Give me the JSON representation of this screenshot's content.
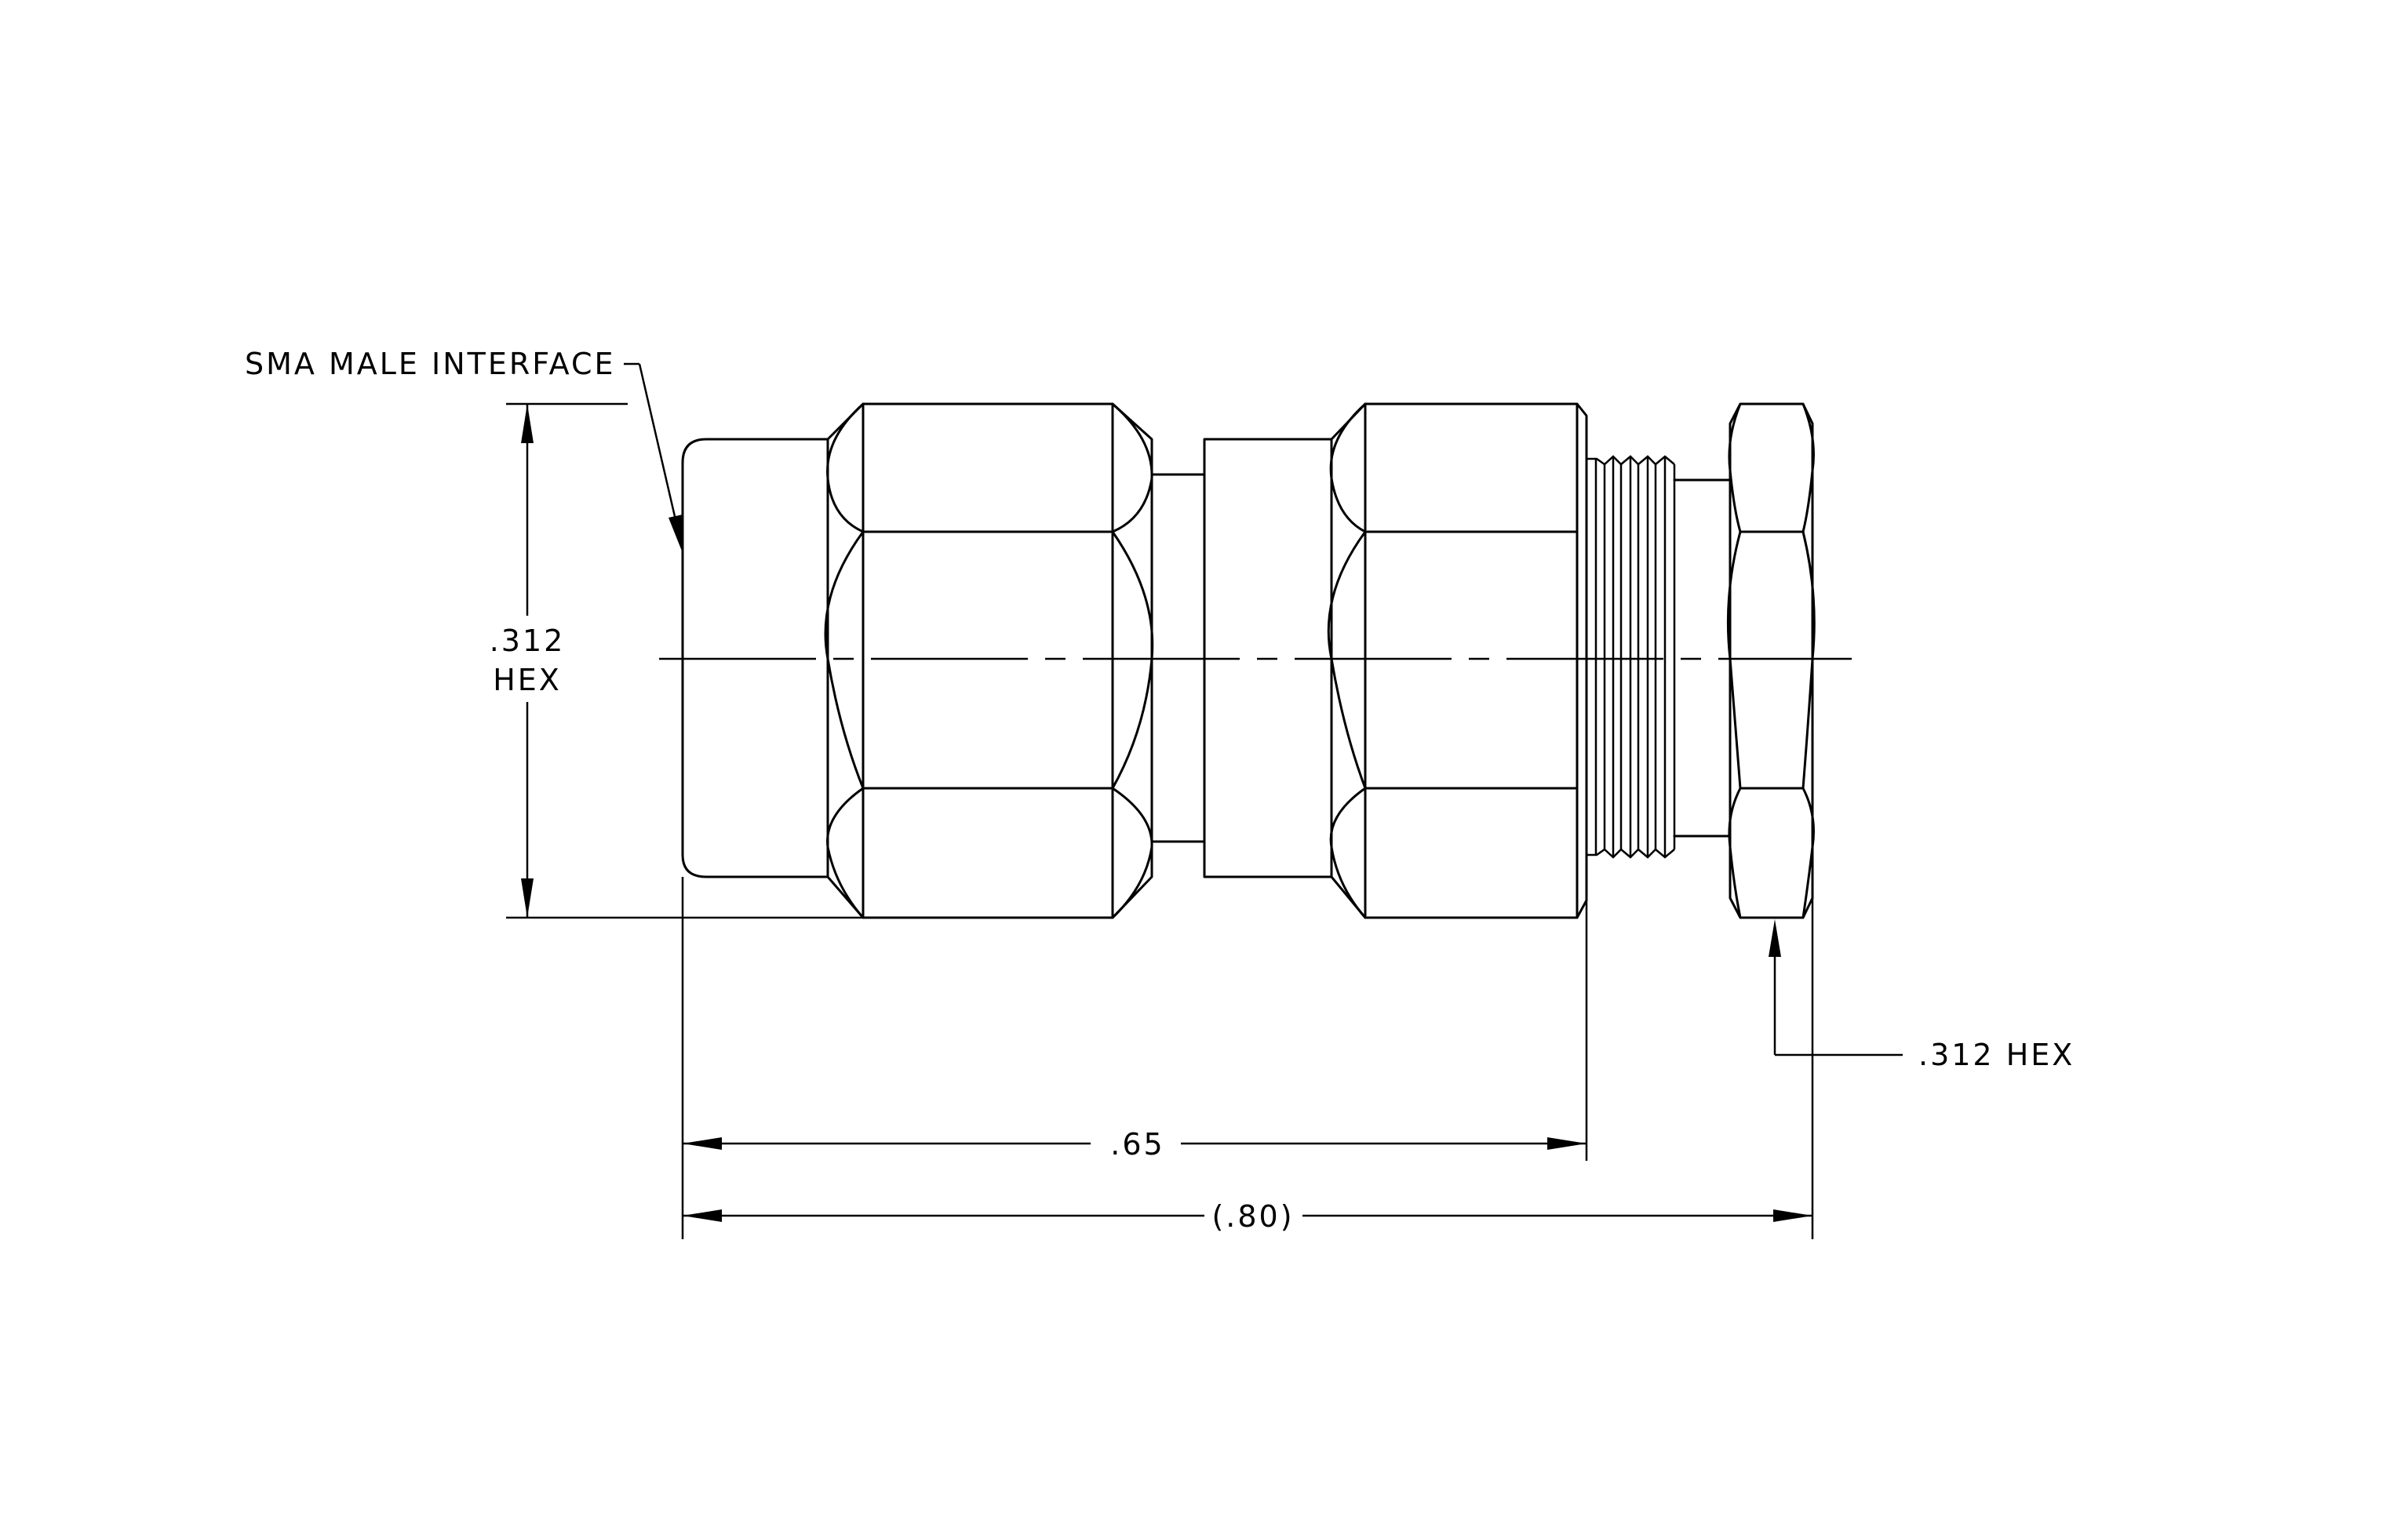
{
  "labels": {
    "interface": "SMA MALE INTERFACE",
    "hex_left_value": ".312",
    "hex_left_unit": "HEX",
    "hex_right": ".312 HEX",
    "dim_body": ".65",
    "dim_overall": "(.80)"
  }
}
